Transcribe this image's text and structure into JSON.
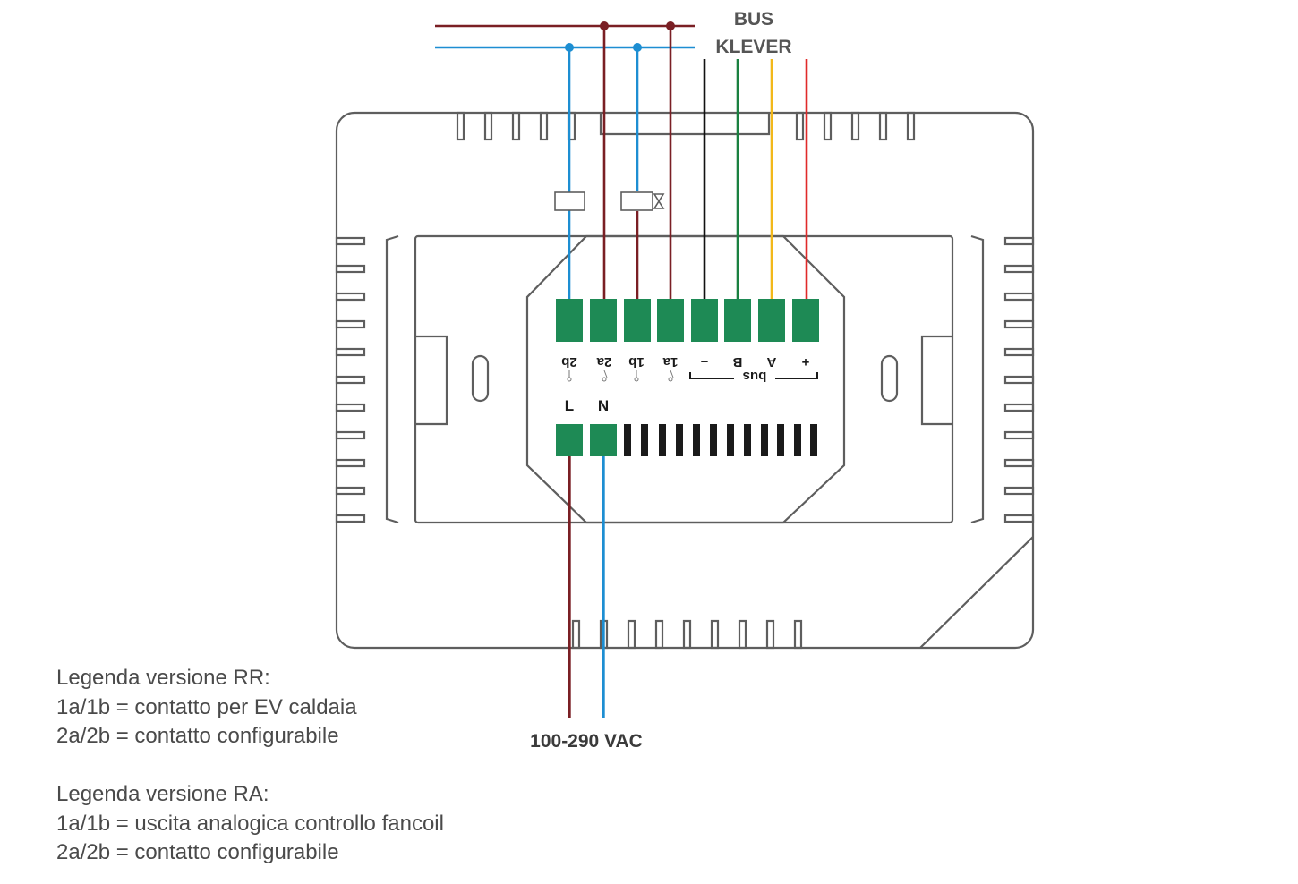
{
  "bus_label": {
    "line1": "BUS",
    "line2": "KLEVER"
  },
  "supply_label": "100-290 VAC",
  "terminals_top": [
    "2b",
    "2a",
    "1b",
    "1a",
    "–",
    "B",
    "A",
    "+"
  ],
  "bus_group_label": "bus",
  "power_terminals": [
    "L",
    "N"
  ],
  "legend_rr": {
    "title": "Legenda versione RR:",
    "line1": "1a/1b = contatto per EV caldaia",
    "line2": "2a/2b = contatto configurabile"
  },
  "legend_ra": {
    "title": "Legenda versione RA:",
    "line1": "1a/1b = uscita analogica controllo fancoil",
    "line2": "2a/2b = contatto configurabile"
  },
  "colors": {
    "outline": "#5e5e5e",
    "terminal": "#1e8a55",
    "wire_brown": "#7a1f24",
    "wire_blue": "#1d8ed2",
    "wire_black": "#111111",
    "wire_green": "#1a8040",
    "wire_yellow": "#f2b81a",
    "wire_red": "#e02a2a"
  }
}
